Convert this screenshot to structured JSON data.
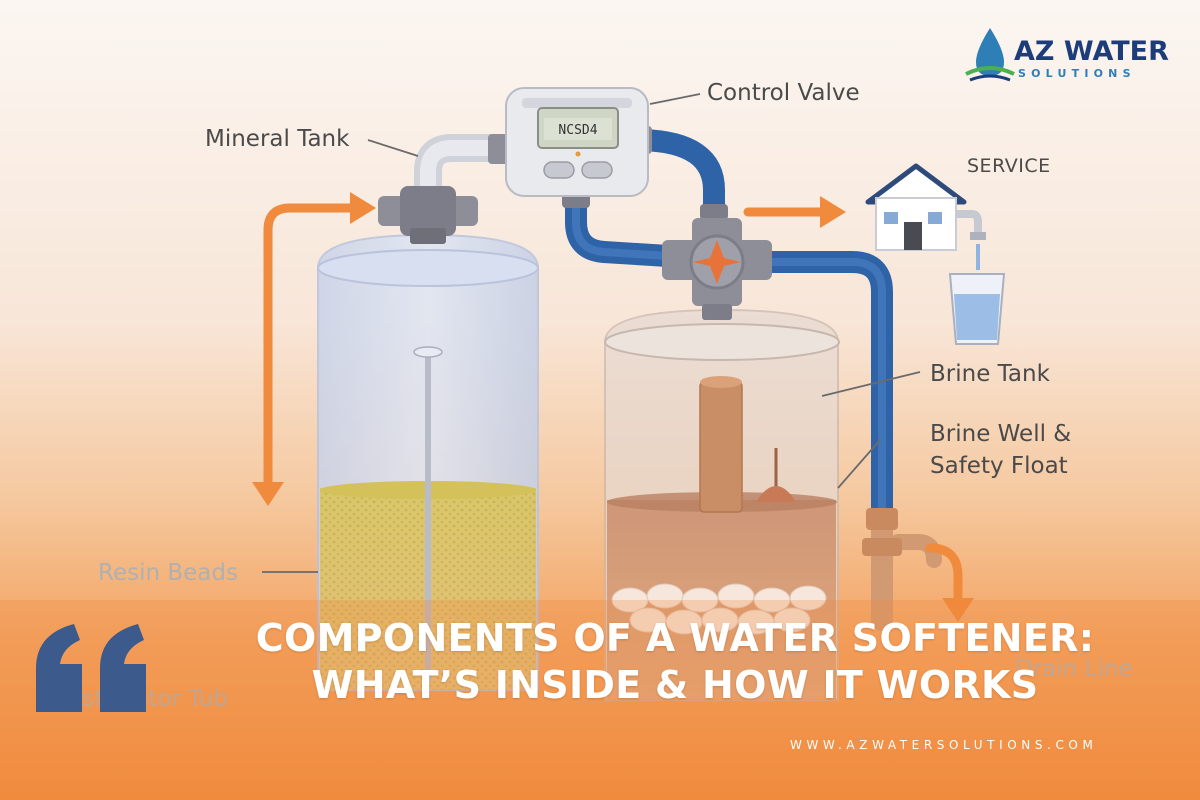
{
  "brand": {
    "name": "AZ WATER",
    "tagline": "SOLUTIONS",
    "website": "WWW.AZWATERSOLUTIONS.COM",
    "colors": {
      "navy": "#1d3d7a",
      "blue": "#2f7fb7",
      "green": "#4caf50",
      "orange": "#f08a3c"
    }
  },
  "headline": {
    "line1": "COMPONENTS OF A WATER SOFTENER:",
    "line2": "WHAT’S INSIDE & HOW IT WORKS"
  },
  "diagram": {
    "labels": {
      "control_valve": "Control Valve",
      "mineral_tank": "Mineral Tank",
      "service": "SERVICE",
      "brine_tank": "Brine Tank",
      "brine_well_line1": "Brine Well &",
      "brine_well_line2": "Safety Float",
      "resin_beads": "Resin Beads",
      "distributor_tube": "istributor Tub",
      "drain_line": "Drain Line"
    },
    "display_text": "NCSD4",
    "icons": [
      "quote-mark-icon",
      "water-drop-logo-icon",
      "house-icon",
      "water-glass-icon",
      "flow-arrow-icon"
    ]
  }
}
